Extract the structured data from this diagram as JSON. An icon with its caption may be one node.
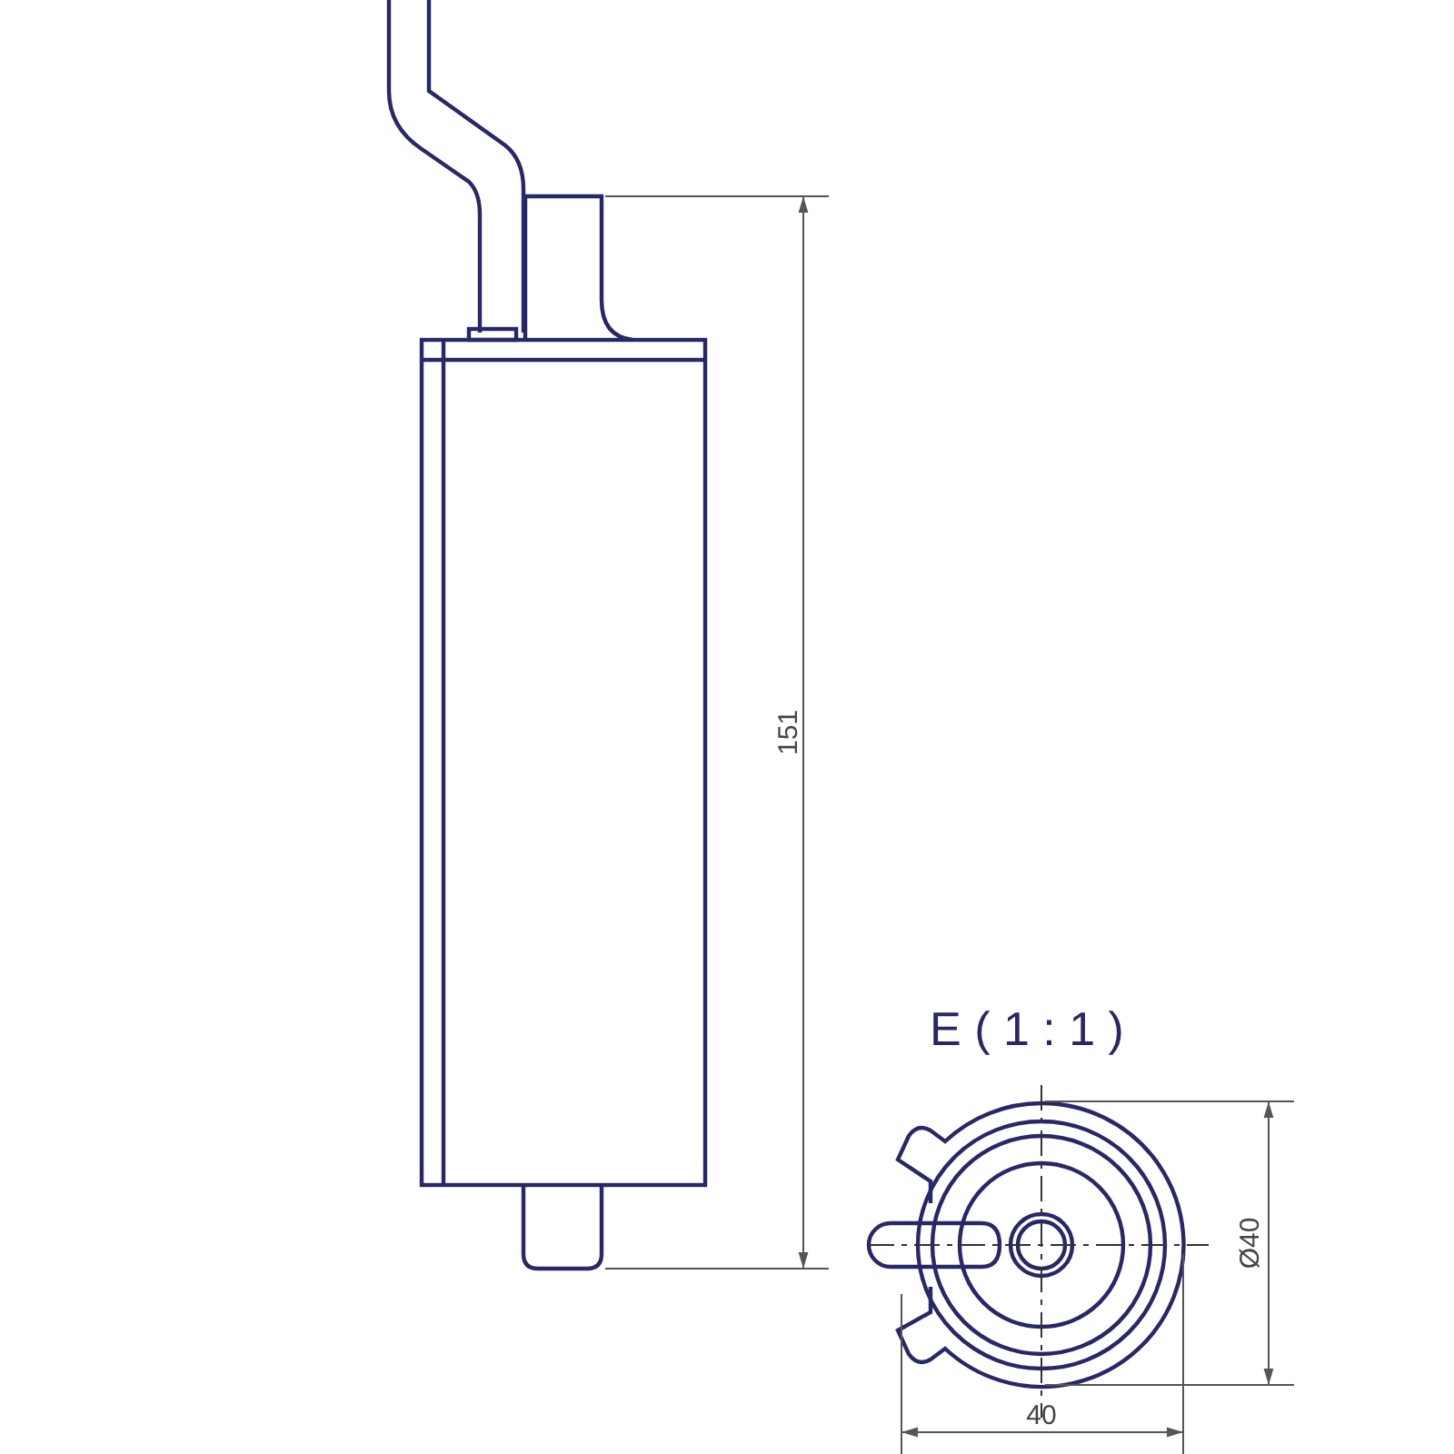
{
  "diagram": {
    "labels": [
      "151",
      "E ( 1 : 1 )",
      "Ø40",
      "40"
    ]
  }
}
